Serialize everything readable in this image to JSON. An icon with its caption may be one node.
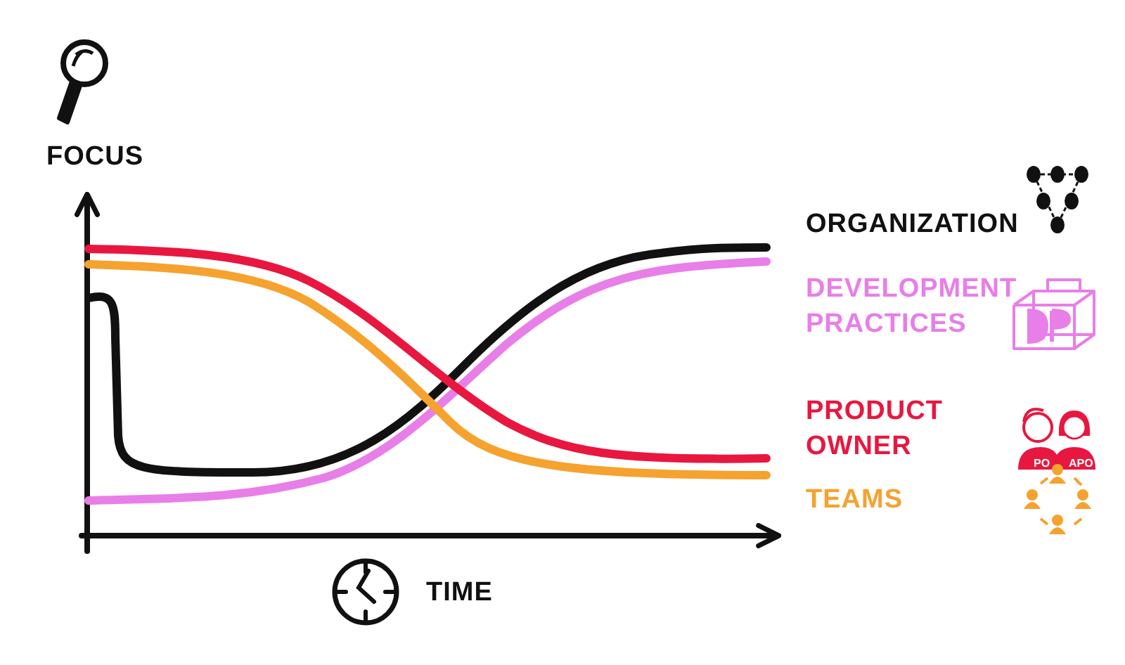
{
  "diagram": {
    "labels": [
      "FOCUS",
      "TIME",
      "PO",
      "APO"
    ],
    "legend": [
      {
        "text": "ORGANIZATION",
        "color": "#111111"
      },
      {
        "text": "DEVELOPMENT PRACTICES",
        "color": "#e87ee8"
      },
      {
        "text": "PRODUCT OWNER",
        "color": "#e8173f"
      },
      {
        "text": "TEAMS",
        "color": "#f5a22f"
      }
    ]
  }
}
